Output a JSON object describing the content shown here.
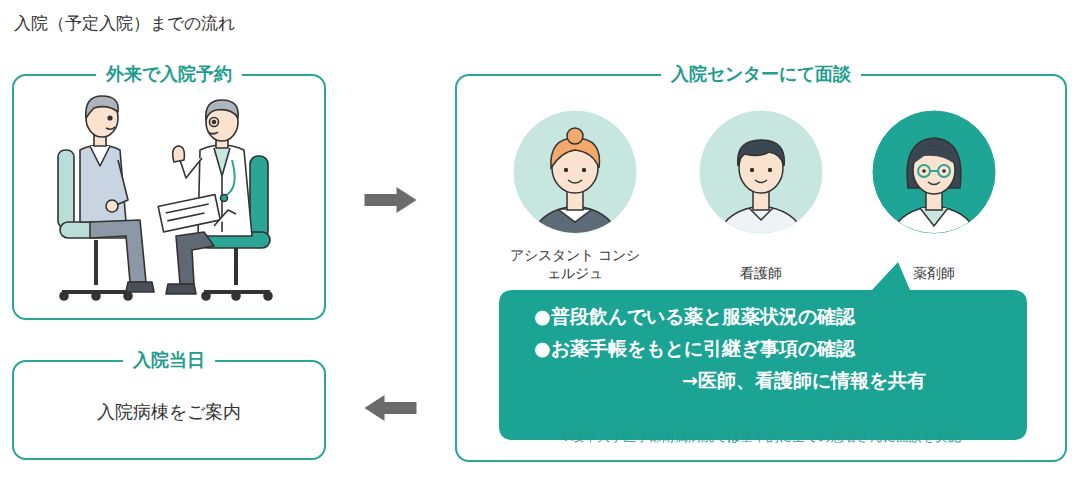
{
  "diagram": {
    "title": "入院（予定入院）までの流れ",
    "nodes": [
      {
        "text": [
          "外来で入院予約"
        ]
      },
      {
        "text": [
          "入院センターにて面談",
          "※岐阜大学医学部附属病院では基本的に全ての患者さんに面談を実施"
        ]
      },
      {
        "text": [
          "アシスタント コンシェルジュ"
        ],
        "in": 1
      },
      {
        "text": [
          "看護師"
        ],
        "in": 1
      },
      {
        "text": [
          "薬剤師"
        ],
        "in": 1
      },
      {
        "text": [
          "●普段飲んでいる薬と服薬状況の確認",
          "●お薬手帳をもとに引継ぎ事項の確認",
          "→医師、看護師に情報を共有"
        ],
        "in": 1
      },
      {
        "text": [
          "入院当日",
          "入院病棟をご案内"
        ]
      }
    ],
    "edges": [
      {
        "from": 0,
        "to": 1,
        "arrow": "to"
      },
      {
        "from": 1,
        "to": 6,
        "arrow": "to"
      }
    ]
  }
}
